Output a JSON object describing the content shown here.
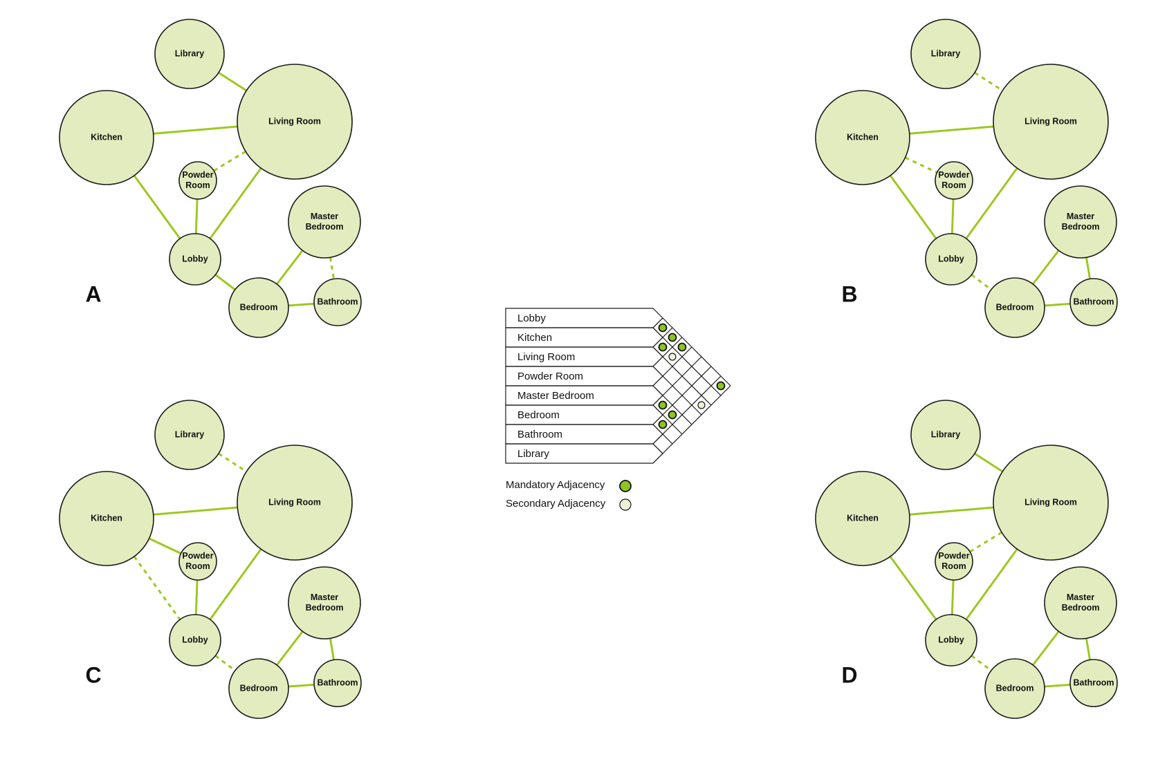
{
  "rooms": {
    "library": "Library",
    "kitchen": "Kitchen",
    "living": "Living Room",
    "powder": [
      "Powder",
      "Room"
    ],
    "master": [
      "Master",
      "Bedroom"
    ],
    "lobby": "Lobby",
    "bedroom": "Bedroom",
    "bathroom": "Bathroom"
  },
  "diagrams": [
    {
      "label": "A",
      "edges": [
        [
          "library",
          "living",
          "mandatory"
        ],
        [
          "kitchen",
          "living",
          "mandatory"
        ],
        [
          "kitchen",
          "lobby",
          "mandatory"
        ],
        [
          "powder",
          "living",
          "secondary"
        ],
        [
          "powder",
          "lobby",
          "mandatory"
        ],
        [
          "living",
          "lobby",
          "mandatory"
        ],
        [
          "lobby",
          "bedroom",
          "mandatory"
        ],
        [
          "master",
          "bedroom",
          "mandatory"
        ],
        [
          "master",
          "bathroom",
          "secondary"
        ],
        [
          "bedroom",
          "bathroom",
          "mandatory"
        ]
      ]
    },
    {
      "label": "B",
      "edges": [
        [
          "library",
          "living",
          "secondary"
        ],
        [
          "kitchen",
          "living",
          "mandatory"
        ],
        [
          "kitchen",
          "lobby",
          "mandatory"
        ],
        [
          "kitchen",
          "powder",
          "secondary"
        ],
        [
          "powder",
          "lobby",
          "mandatory"
        ],
        [
          "living",
          "lobby",
          "mandatory"
        ],
        [
          "lobby",
          "bedroom",
          "secondary"
        ],
        [
          "master",
          "bedroom",
          "mandatory"
        ],
        [
          "master",
          "bathroom",
          "mandatory"
        ],
        [
          "bedroom",
          "bathroom",
          "mandatory"
        ]
      ]
    },
    {
      "label": "C",
      "edges": [
        [
          "library",
          "living",
          "secondary"
        ],
        [
          "kitchen",
          "living",
          "mandatory"
        ],
        [
          "kitchen",
          "powder",
          "mandatory"
        ],
        [
          "kitchen",
          "lobby",
          "secondary"
        ],
        [
          "powder",
          "lobby",
          "mandatory"
        ],
        [
          "living",
          "lobby",
          "mandatory"
        ],
        [
          "lobby",
          "bedroom",
          "secondary"
        ],
        [
          "master",
          "bedroom",
          "mandatory"
        ],
        [
          "master",
          "bathroom",
          "mandatory"
        ],
        [
          "bedroom",
          "bathroom",
          "mandatory"
        ]
      ]
    },
    {
      "label": "D",
      "edges": [
        [
          "library",
          "living",
          "mandatory"
        ],
        [
          "kitchen",
          "living",
          "mandatory"
        ],
        [
          "kitchen",
          "lobby",
          "mandatory"
        ],
        [
          "powder",
          "living",
          "secondary"
        ],
        [
          "powder",
          "lobby",
          "mandatory"
        ],
        [
          "living",
          "lobby",
          "mandatory"
        ],
        [
          "lobby",
          "bedroom",
          "secondary"
        ],
        [
          "master",
          "bedroom",
          "mandatory"
        ],
        [
          "master",
          "bathroom",
          "mandatory"
        ],
        [
          "bedroom",
          "bathroom",
          "mandatory"
        ]
      ]
    }
  ],
  "matrix": {
    "rows": [
      "Lobby",
      "Kitchen",
      "Living Room",
      "Powder Room",
      "Master Bedroom",
      "Bedroom",
      "Bathroom",
      "Library"
    ],
    "cells": [
      {
        "pair": [
          "Lobby",
          "Kitchen"
        ],
        "type": "mandatory"
      },
      {
        "pair": [
          "Lobby",
          "Living Room"
        ],
        "type": "mandatory"
      },
      {
        "pair": [
          "Kitchen",
          "Living Room"
        ],
        "type": "mandatory"
      },
      {
        "pair": [
          "Lobby",
          "Powder Room"
        ],
        "type": "mandatory"
      },
      {
        "pair": [
          "Kitchen",
          "Powder Room"
        ],
        "type": "secondary"
      },
      {
        "pair": [
          "Living Room",
          "Library"
        ],
        "type": "secondary"
      },
      {
        "pair": [
          "Master Bedroom",
          "Bedroom"
        ],
        "type": "mandatory"
      },
      {
        "pair": [
          "Master Bedroom",
          "Bathroom"
        ],
        "type": "mandatory"
      },
      {
        "pair": [
          "Bedroom",
          "Bathroom"
        ],
        "type": "mandatory"
      },
      {
        "pair": [
          "Lobby",
          "Library"
        ],
        "type": "mandatory"
      }
    ]
  },
  "legend": {
    "mandatory": "Mandatory Adjacency",
    "secondary": "Secondary Adjacency"
  },
  "colors": {
    "node_fill": "#e3ecbf",
    "edge": "#9cc820",
    "mandatory_dot": "#8fc31f",
    "secondary_dot": "#eef1d8"
  }
}
